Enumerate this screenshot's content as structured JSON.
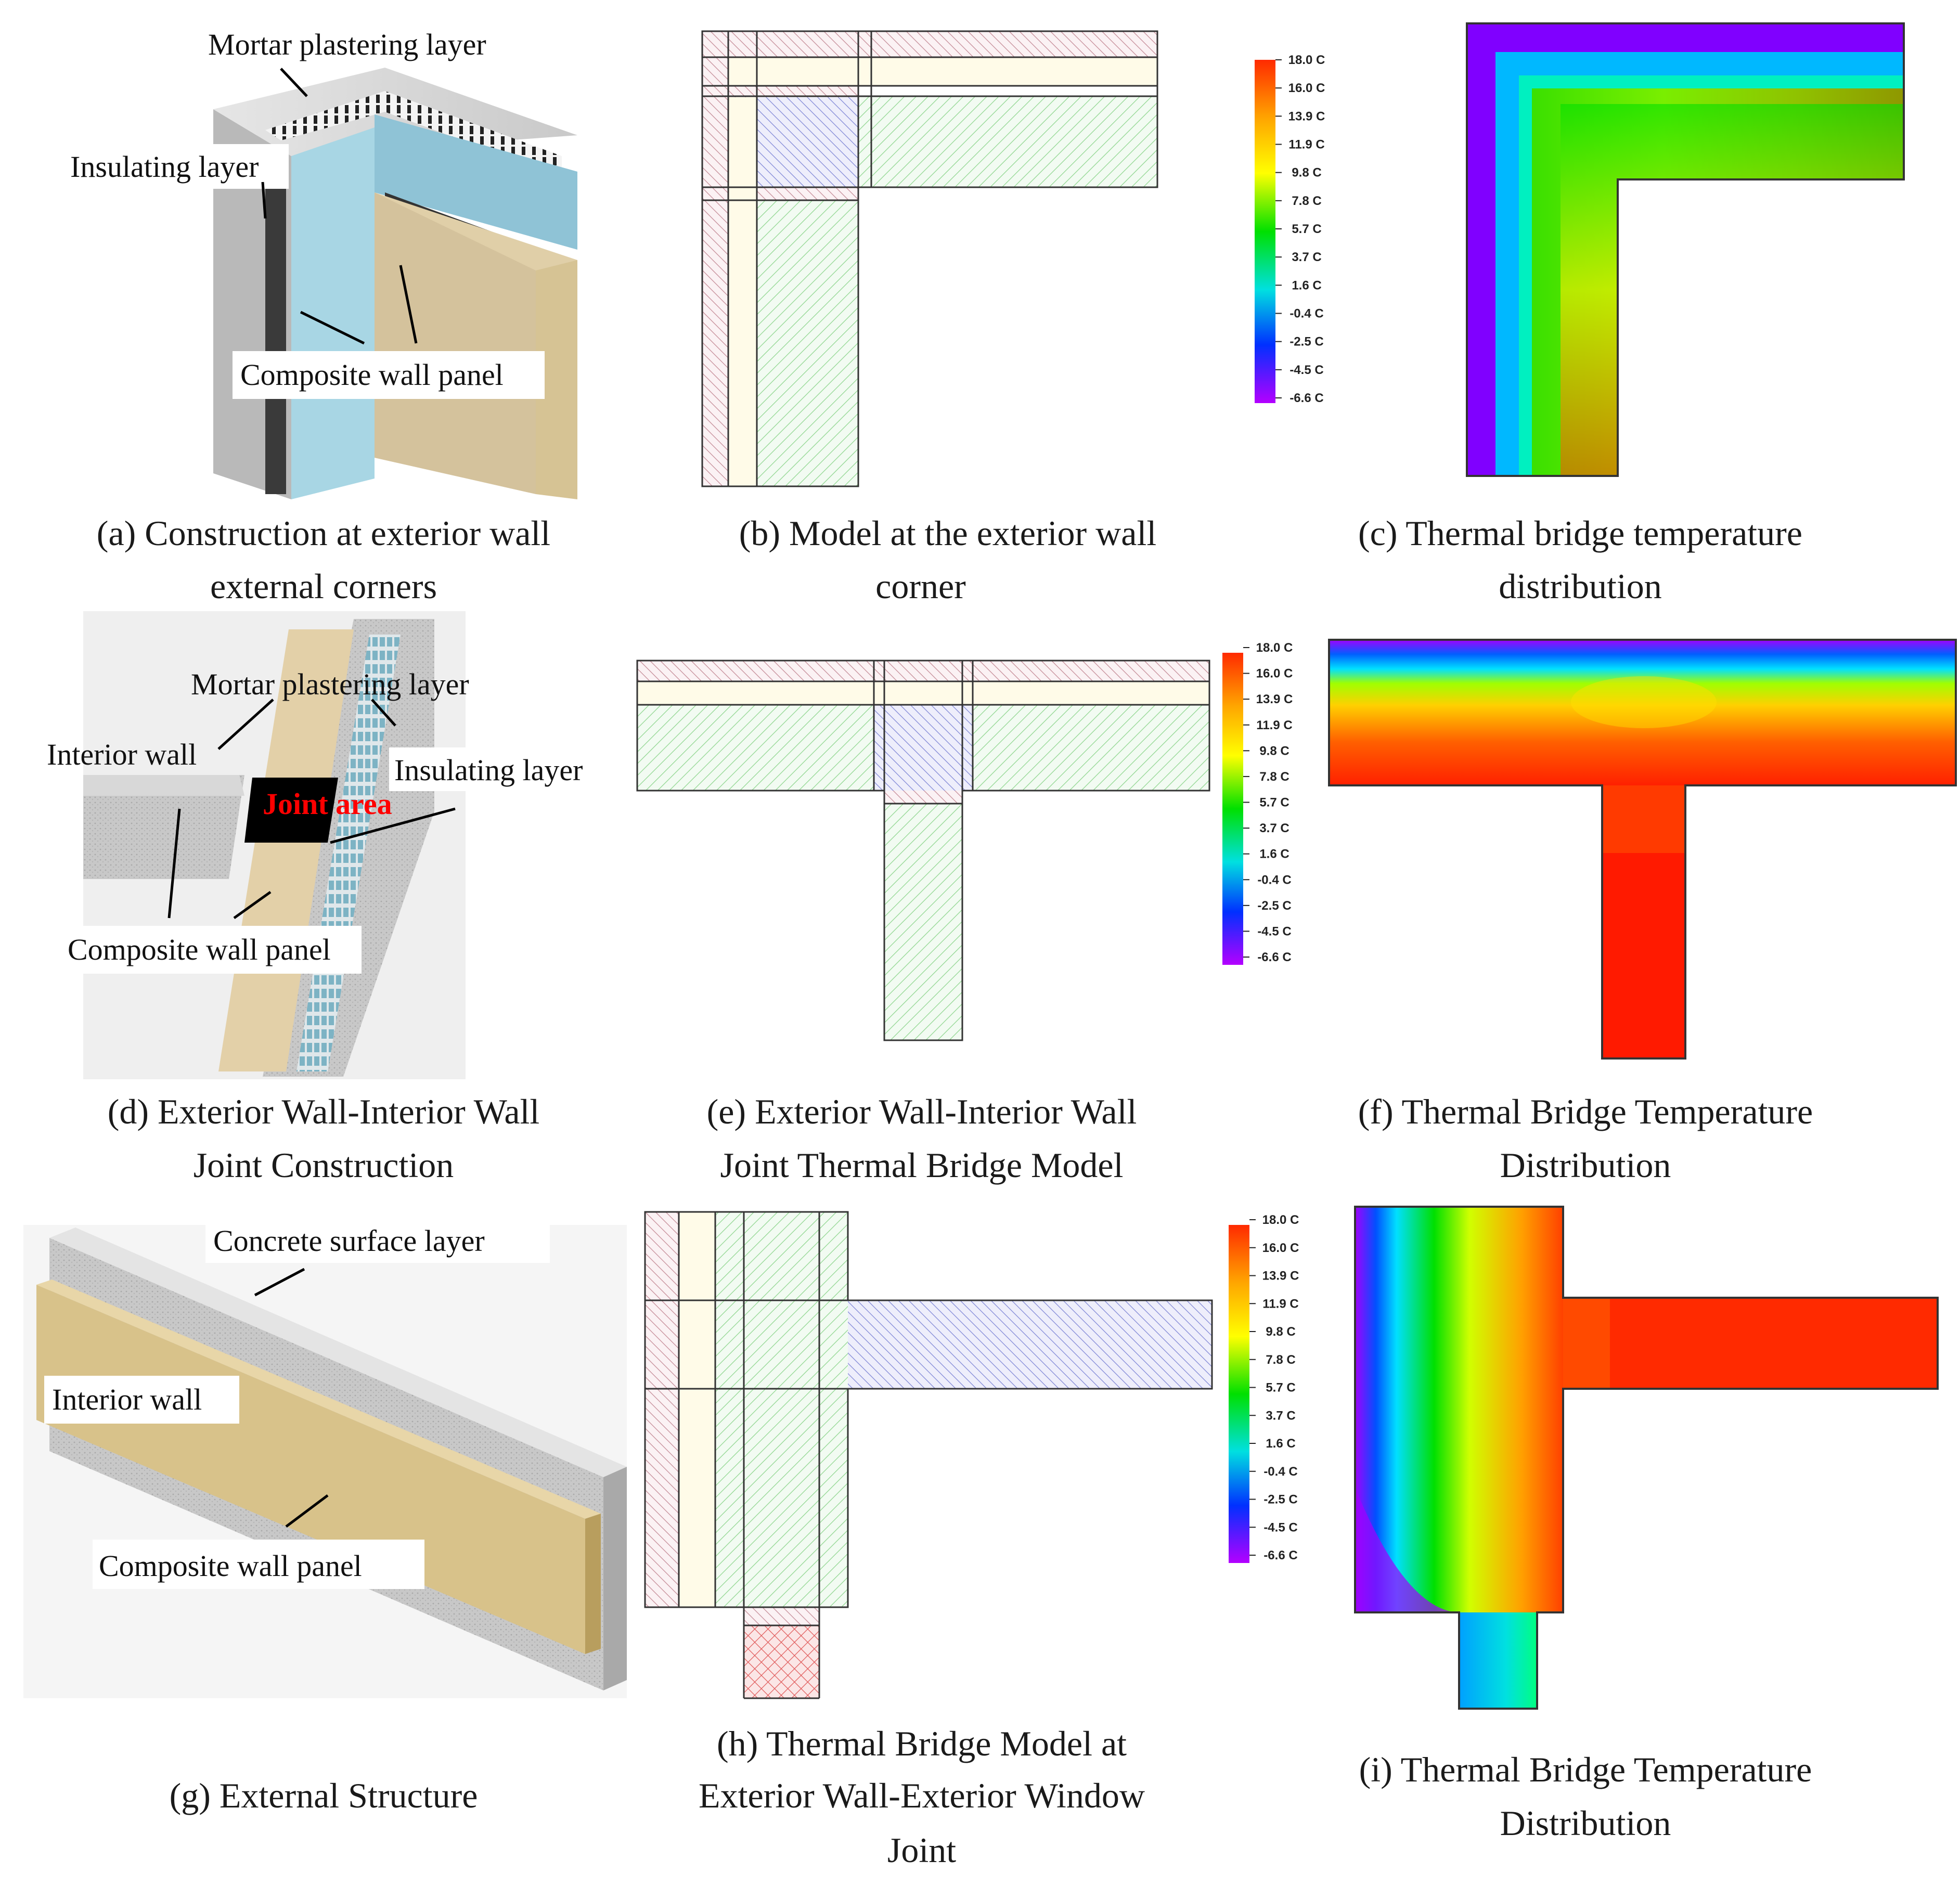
{
  "panels": {
    "a": {
      "caption": [
        "(a) Construction at exterior wall",
        "external corners"
      ],
      "labels": {
        "mortar": "Mortar plastering  layer",
        "insulating": "Insulating layer",
        "composite": "Composite wall panel"
      }
    },
    "b": {
      "caption": [
        "(b) Model at the exterior wall",
        "corner"
      ]
    },
    "c": {
      "caption": [
        "(c) Thermal bridge temperature",
        "distribution"
      ],
      "scale": [
        "18.0 C",
        "16.0 C",
        "13.9 C",
        "11.9 C",
        "9.8 C",
        "7.8 C",
        "5.7 C",
        "3.7 C",
        "1.6 C",
        "-0.4 C",
        "-2.5 C",
        "-4.5 C",
        "-6.6 C"
      ]
    },
    "d": {
      "caption": [
        "(d) Exterior Wall-Interior Wall",
        "Joint Construction"
      ],
      "labels": {
        "mortar": "Mortar plastering layer",
        "interior": "Interior wall",
        "insulating": "Insulating layer",
        "joint": "Joint area",
        "composite": "Composite wall panel"
      }
    },
    "e": {
      "caption": [
        "(e) Exterior Wall-Interior Wall",
        "Joint Thermal Bridge Model"
      ]
    },
    "f": {
      "caption": [
        "(f) Thermal Bridge Temperature",
        "Distribution"
      ],
      "scale": [
        "18.0 C",
        "16.0 C",
        "13.9 C",
        "11.9 C",
        "9.8 C",
        "7.8 C",
        "5.7 C",
        "3.7 C",
        "1.6 C",
        "-0.4 C",
        "-2.5 C",
        "-4.5 C",
        "-6.6 C"
      ]
    },
    "g": {
      "caption": [
        "(g) External Structure"
      ],
      "labels": {
        "concrete": "Concrete surface layer",
        "interior": "Interior wall",
        "composite": "Composite wall panel"
      }
    },
    "h": {
      "caption": [
        "(h) Thermal Bridge Model at",
        "Exterior Wall-Exterior Window",
        "Joint"
      ]
    },
    "i": {
      "caption": [
        "(i) Thermal Bridge Temperature",
        "Distribution"
      ],
      "scale": [
        "18.0 C",
        "16.0 C",
        "13.9 C",
        "11.9 C",
        "9.8 C",
        "7.8 C",
        "5.7 C",
        "3.7 C",
        "1.6 C",
        "-0.4 C",
        "-2.5 C",
        "-4.5 C",
        "-6.6 C"
      ]
    }
  },
  "colors": {
    "hatch_pink": "#c48a96",
    "hatch_blue": "#7f86d6",
    "hatch_green": "#8fd68f",
    "hatch_red": "#e05a5a",
    "fill_cream": "#fffbe8",
    "fill_green": "#f2fbf2",
    "scale_top": "#ff2a00",
    "scale_bottom": "#b400ff"
  }
}
